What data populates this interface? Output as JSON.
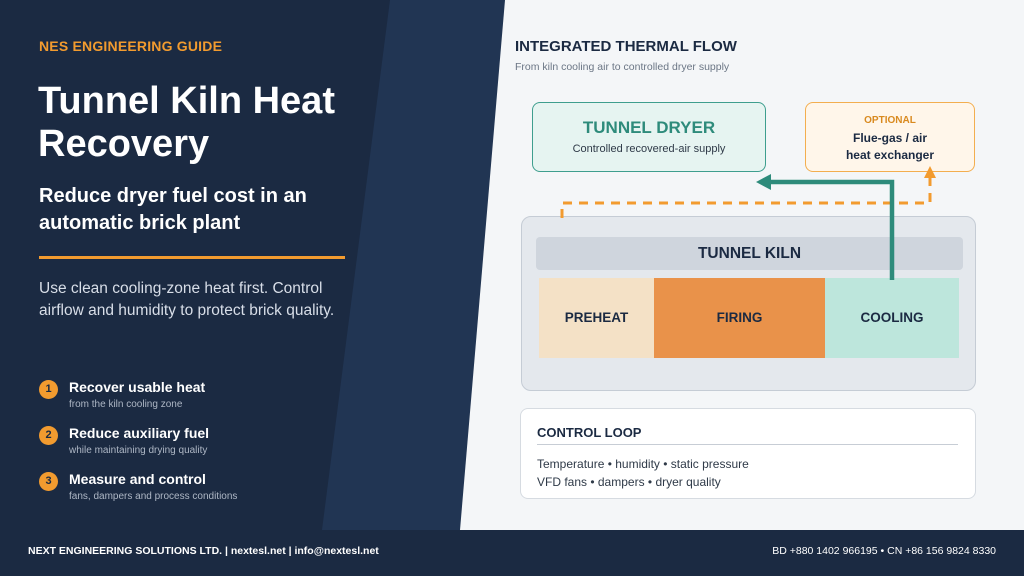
{
  "colors": {
    "navy": "#1b2a42",
    "orange": "#f29b2f",
    "teal": "#2e8b7b",
    "preheat": "#f4e1c6",
    "firing": "#e9924a",
    "cooling": "#bde6dc"
  },
  "left": {
    "kicker": "NES ENGINEERING GUIDE",
    "title": "Tunnel Kiln Heat Recovery",
    "subtitle": "Reduce dryer fuel cost in an automatic brick plant",
    "lead": "Use clean cooling-zone heat first. Control airflow and humidity to protect brick quality.",
    "steps": [
      {
        "num": "1",
        "title": "Recover usable heat",
        "sub": "from the kiln cooling zone"
      },
      {
        "num": "2",
        "title": "Reduce auxiliary fuel",
        "sub": "while maintaining drying quality"
      },
      {
        "num": "3",
        "title": "Measure and control",
        "sub": "fans, dampers and process conditions"
      }
    ]
  },
  "diagram": {
    "title": "INTEGRATED THERMAL FLOW",
    "subtitle": "From kiln cooling air to controlled dryer supply",
    "dryer": {
      "title": "TUNNEL DRYER",
      "sub": "Controlled recovered-air supply"
    },
    "optional": {
      "tag": "OPTIONAL",
      "line1": "Flue-gas / air",
      "line2": "heat exchanger"
    },
    "kiln": {
      "title": "TUNNEL KILN",
      "zones": [
        "PREHEAT",
        "FIRING",
        "COOLING"
      ]
    },
    "control": {
      "title": "CONTROL LOOP",
      "line1": "Temperature • humidity • static pressure",
      "line2": "VFD fans • dampers • dryer quality"
    }
  },
  "footer": {
    "left": "NEXT ENGINEERING SOLUTIONS LTD. | nextesl.net | info@nextesl.net",
    "right": "BD +880 1402 966195 • CN +86 156 9824 8330"
  }
}
